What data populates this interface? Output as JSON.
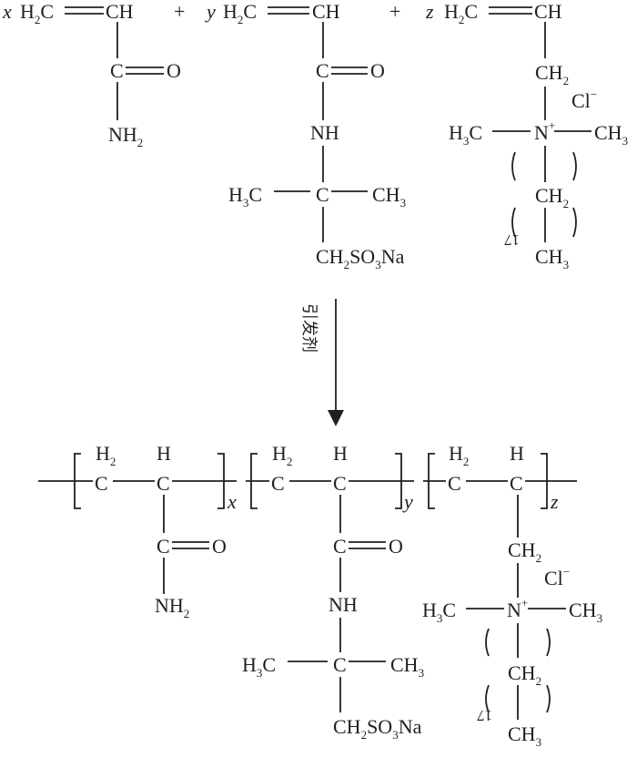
{
  "monomers": {
    "coef_x": "x",
    "coef_y": "y",
    "coef_z": "z",
    "plus": "+",
    "am": {
      "vinyl_left": "H",
      "vinyl_left_sub": "2",
      "vinyl_c": "C",
      "ch": "CH",
      "carbonyl_c": "C",
      "carbonyl_o": "O",
      "amide_n": "NH",
      "amide_n_sub": "2"
    },
    "amps": {
      "vinyl_left": "H",
      "vinyl_left_sub": "2",
      "vinyl_c": "C",
      "ch": "CH",
      "carbonyl_c": "C",
      "carbonyl_o": "O",
      "nh": "NH",
      "h3c": "H",
      "h3c_sub": "3",
      "h3c_c": "C",
      "quat_c": "C",
      "ch3": "CH",
      "ch3_sub": "3",
      "sulfo": "CH",
      "sulfo_sub2": "2",
      "sulfo_so": "SO",
      "sulfo_sub3": "3",
      "sulfo_na": "Na"
    },
    "quat": {
      "vinyl_left": "H",
      "vinyl_left_sub": "2",
      "vinyl_c": "C",
      "ch": "CH",
      "ch2": "CH",
      "ch2_sub": "2",
      "cl": "Cl",
      "cl_charge": "−",
      "h3c": "H",
      "h3c_sub": "3",
      "h3c_c": "C",
      "n": "N",
      "n_charge": "+",
      "ch3": "CH",
      "ch3_sub": "3",
      "chain_ch2": "CH",
      "chain_ch2_sub": "2",
      "repeat": "17",
      "end_ch3": "CH",
      "end_ch3_sub": "3"
    }
  },
  "reaction": {
    "initiator": "引发剂"
  },
  "polymer": {
    "h2": "H",
    "h2_sub": "2",
    "c": "C",
    "h": "H",
    "sub_x": "x",
    "sub_y": "y",
    "sub_z": "z",
    "am": {
      "carbonyl_c": "C",
      "carbonyl_o": "O",
      "amide_n": "NH",
      "amide_n_sub": "2"
    },
    "amps": {
      "carbonyl_c": "C",
      "carbonyl_o": "O",
      "nh": "NH",
      "h3c": "H",
      "h3c_sub": "3",
      "h3c_c": "C",
      "quat_c": "C",
      "ch3": "CH",
      "ch3_sub": "3",
      "sulfo": "CH",
      "sulfo_sub2": "2",
      "sulfo_so": "SO",
      "sulfo_sub3": "3",
      "sulfo_na": "Na"
    },
    "quat": {
      "ch2": "CH",
      "ch2_sub": "2",
      "cl": "Cl",
      "cl_charge": "−",
      "h3c": "H",
      "h3c_sub": "3",
      "h3c_c": "C",
      "n": "N",
      "n_charge": "+",
      "ch3": "CH",
      "ch3_sub": "3",
      "chain_ch2": "CH",
      "chain_ch2_sub": "2",
      "repeat": "17",
      "end_ch3": "CH",
      "end_ch3_sub": "3"
    }
  }
}
